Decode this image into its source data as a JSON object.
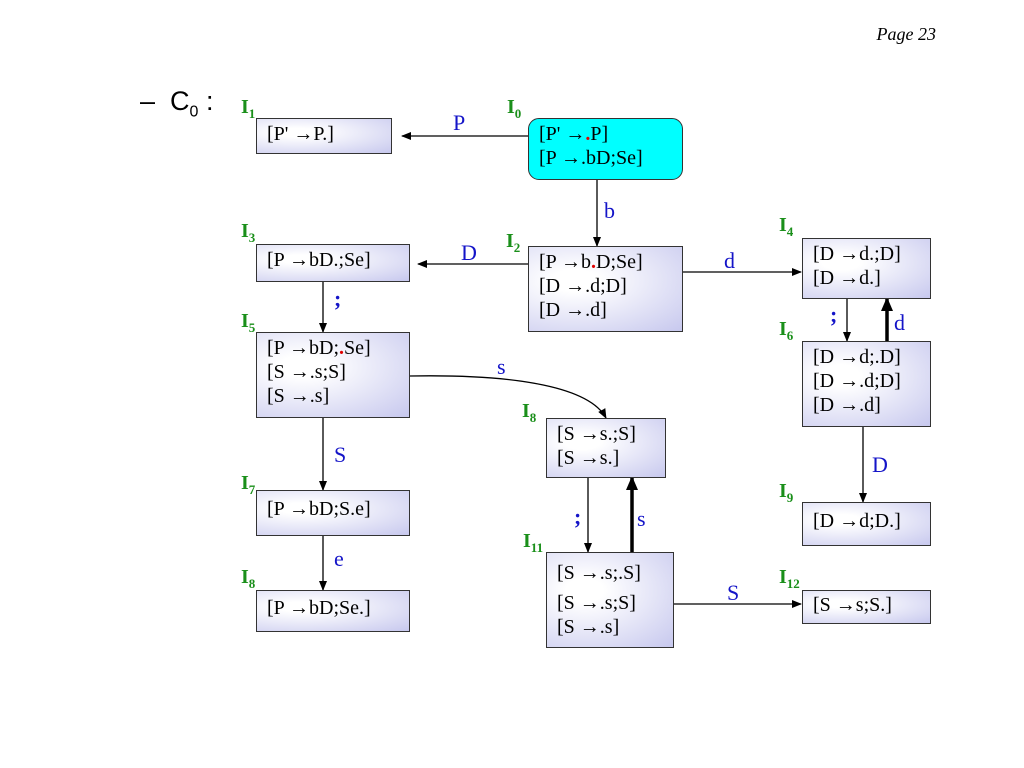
{
  "page_number": "Page 23",
  "heading": {
    "dash": "–",
    "main": "C",
    "sub": "0",
    "colon": ":"
  },
  "states": {
    "i0": {
      "label_main": "I",
      "label_sub": "0",
      "lines": [
        "[P' →",
        "P]",
        "[P →.bD;Se]"
      ]
    },
    "i1": {
      "label_main": "I",
      "label_sub": "1",
      "lines": [
        "[P' →P.]"
      ]
    },
    "i2": {
      "label_main": "I",
      "label_sub": "2",
      "lines": [
        "[P →b",
        "D;Se]",
        "[D →.d;D]",
        "[D →.d]"
      ]
    },
    "i3": {
      "label_main": "I",
      "label_sub": "3",
      "lines": [
        "[P →bD.;Se]"
      ]
    },
    "i4": {
      "label_main": "I",
      "label_sub": "4",
      "lines": [
        "[D →d.;D]",
        "[D →d.]"
      ]
    },
    "i5": {
      "label_main": "I",
      "label_sub": "5",
      "lines": [
        "[P →bD;",
        "Se]",
        "[S →.s;S]",
        "[S →.s]"
      ]
    },
    "i6": {
      "label_main": "I",
      "label_sub": "6",
      "lines": [
        "[D →d;.D]",
        "[D →.d;D]",
        "[D →.d]"
      ]
    },
    "i7": {
      "label_main": "I",
      "label_sub": "7",
      "lines": [
        "[P →bD;S.e]"
      ]
    },
    "i8a": {
      "label_main": "I",
      "label_sub": "8",
      "lines": [
        "[P →bD;Se.]"
      ]
    },
    "i8b": {
      "label_main": "I",
      "label_sub": "8",
      "lines": [
        "[S →s.;S]",
        "[S →s.]"
      ]
    },
    "i9": {
      "label_main": "I",
      "label_sub": "9",
      "lines": [
        "[D →d;D.]"
      ]
    },
    "i11": {
      "label_main": "I",
      "label_sub": "11",
      "lines": [
        "[S →.s;.S]",
        "[S →.s;S]",
        "[S →.s]"
      ]
    },
    "i12": {
      "label_main": "I",
      "label_sub": "12",
      "lines": [
        "[S →s;S.]"
      ]
    }
  },
  "edges": {
    "i0_i1": "P",
    "i0_i2": "b",
    "i2_i3": "D",
    "i2_i4": "d",
    "i3_i5": ";",
    "i4_i6": ";",
    "i6_i4": "d",
    "i5_i8": "s",
    "i5_i7": "S",
    "i7_i8": "e",
    "i6_i9": "D",
    "i8_i11": ";",
    "i11_i8": "s",
    "i11_i12": "S"
  },
  "dot_glyph": "."
}
